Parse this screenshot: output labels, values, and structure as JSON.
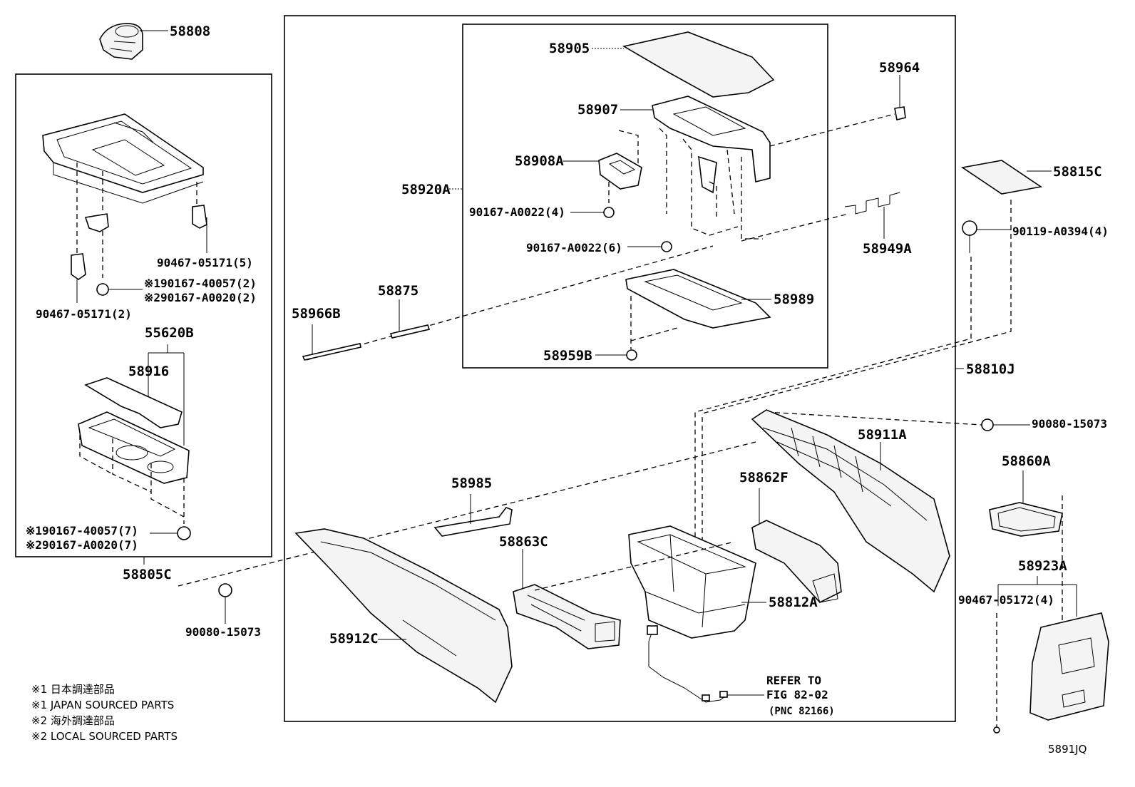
{
  "labels": {
    "p58808": "58808",
    "p90467_05171_5": "90467-05171(5)",
    "p90167_40057_2": "※190167-40057(2)",
    "p90167_A0020_2": "※290167-A0020(2)",
    "p90467_05171_2": "90467-05171(2)",
    "p55620B": "55620B",
    "p58916": "58916",
    "p90167_40057_7": "※190167-40057(7)",
    "p90167_A0020_7": "※290167-A0020(7)",
    "p58805C": "58805C",
    "p90080_15073_left": "90080-15073",
    "p58905": "58905",
    "p58907": "58907",
    "p58908A": "58908A",
    "p90167_A0022_4": "90167-A0022(4)",
    "p90167_A0022_6": "90167-A0022(6)",
    "p58920A": "58920A",
    "p58964": "58964",
    "p58949A": "58949A",
    "p58989": "58989",
    "p58959B": "58959B",
    "p58875": "58875",
    "p58966B": "58966B",
    "p58815C": "58815C",
    "p90119_A0394_4": "90119-A0394(4)",
    "p58810J": "58810J",
    "p90080_15073_right": "90080-15073",
    "p58911A": "58911A",
    "p58860A": "58860A",
    "p58862F": "58862F",
    "p58985": "58985",
    "p58863C": "58863C",
    "p58812A": "58812A",
    "p58923A": "58923A",
    "p90467_05172_4": "90467-05172(4)",
    "p58912C": "58912C",
    "refer1": "REFER TO",
    "refer2": "FIG 82-02",
    "refer3": "(PNC 82166)"
  },
  "notes": {
    "n1": "※1 日本調達部品",
    "n2": "※1 JAPAN SOURCED PARTS",
    "n3": "※2 海外調達部品",
    "n4": "※2 LOCAL SOURCED PARTS"
  },
  "figure_code": "5891JQ"
}
